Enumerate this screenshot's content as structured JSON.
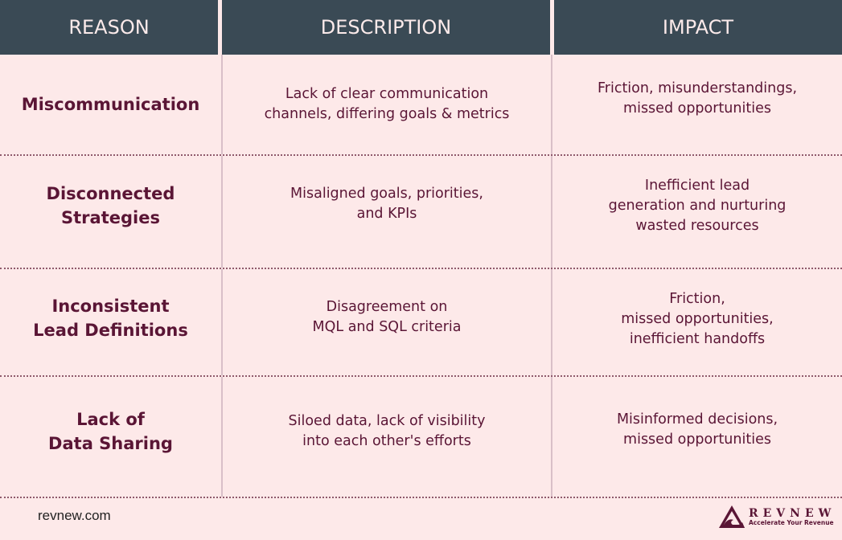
{
  "table": {
    "headers": [
      "REASON",
      "DESCRIPTION",
      "IMPACT"
    ],
    "rows": [
      {
        "reason": "Miscommunication",
        "description": "Lack of clear communication\nchannels, differing goals & metrics",
        "impact": "Friction, misunderstandings,\nmissed opportunities"
      },
      {
        "reason": "Disconnected\nStrategies",
        "description": "Misaligned goals, priorities,\nand KPIs",
        "impact": "Inefficient lead\ngeneration and nurturing\nwasted resources"
      },
      {
        "reason": "Inconsistent\nLead Definitions",
        "description": "Disagreement on\nMQL and SQL criteria",
        "impact": "Friction,\nmissed opportunities,\ninefficient handoffs"
      },
      {
        "reason": "Lack of\nData Sharing",
        "description": "Siloed data, lack of visibility\ninto each other's efforts",
        "impact": "Misinformed decisions,\nmissed opportunities"
      }
    ]
  },
  "footer": {
    "url": "revnew.com",
    "logo_name": "REVNEW",
    "logo_tagline": "Accelerate Your Revenue"
  },
  "colors": {
    "header_bg": "#3a4a55",
    "body_bg": "#fde9e9",
    "text": "#5a1535"
  }
}
